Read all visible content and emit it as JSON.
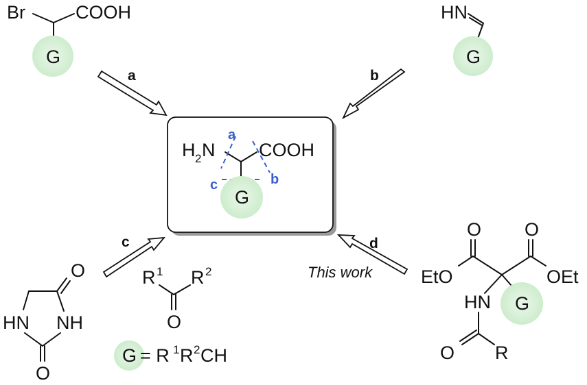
{
  "colors": {
    "circle_fill": "#cdeccd",
    "circle_glow": "#eaf7ea",
    "cleavage_blue": "#3a5fcd",
    "box_shadow": "#9a9a9a"
  },
  "reagents": {
    "a": {
      "left_atom": "Br",
      "right_group": "COOH",
      "group": "G"
    },
    "b": {
      "imine": "HN",
      "group": "G"
    },
    "c": {
      "carbonyl": "O",
      "nh_left": "HN",
      "nh_right": "NH",
      "oxo_bottom": "O",
      "ketone_r1": "R",
      "ketone_r1_sup": "1",
      "ketone_r2": "R",
      "ketone_r2_sup": "2",
      "ketone_o": "O"
    },
    "d": {
      "ester_o_left": "O",
      "ester_o_right": "O",
      "eto_left": "EtO",
      "oet_right": "OEt",
      "nh": "HN",
      "group": "G",
      "amide_o": "O",
      "amide_r": "R"
    }
  },
  "product": {
    "amine": "H",
    "amine_sub": "2",
    "amine_n": "N",
    "acid": "COOH",
    "group": "G",
    "cleavage_labels": [
      "a",
      "b",
      "c"
    ]
  },
  "arrows": {
    "a": "a",
    "b": "b",
    "c": "c",
    "d": "d"
  },
  "this_work": "This work",
  "legend": {
    "group": "G",
    "equals": "= R",
    "sup1": "1",
    "mid": "R",
    "sup2": "2",
    "tail": "CH"
  }
}
